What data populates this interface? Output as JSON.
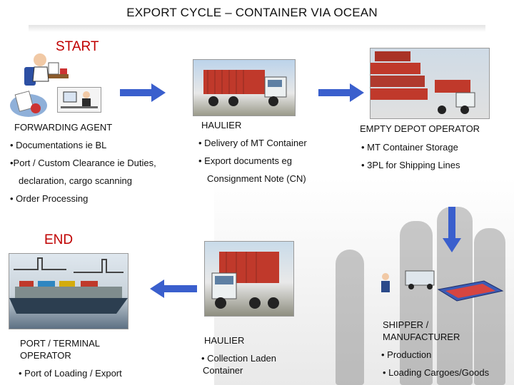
{
  "title": "EXPORT CYCLE – CONTAINER VIA OCEAN",
  "start_label": "START",
  "end_label": "END",
  "forwarding_agent": {
    "heading": "FORWARDING AGENT",
    "bullets": [
      "•  Documentations ie BL",
      "•Port / Custom Clearance ie Duties,",
      "declaration, cargo scanning",
      "• Order Processing"
    ]
  },
  "haulier_top": {
    "heading": "HAULIER",
    "bullets": [
      "•  Delivery of MT Container",
      "•  Export documents eg",
      "Consignment Note (CN)"
    ]
  },
  "empty_depot": {
    "heading": "EMPTY DEPOT OPERATOR",
    "bullets": [
      "• MT Container Storage",
      "• 3PL for Shipping Lines"
    ]
  },
  "port_terminal": {
    "heading_1": "PORT / TERMINAL",
    "heading_2": "OPERATOR",
    "bullets": [
      "•  Port of Loading / Export"
    ]
  },
  "haulier_bottom": {
    "heading": "HAULIER",
    "bullets": [
      "•  Collection Laden",
      "Container"
    ]
  },
  "shipper": {
    "heading_1": "SHIPPER /",
    "heading_2": "MANUFACTURER",
    "bullets": [
      "•  Production",
      "• Loading Cargoes/Goods"
    ]
  },
  "colors": {
    "accent_red": "#c00000",
    "arrow_blue": "#3a5fcd"
  }
}
